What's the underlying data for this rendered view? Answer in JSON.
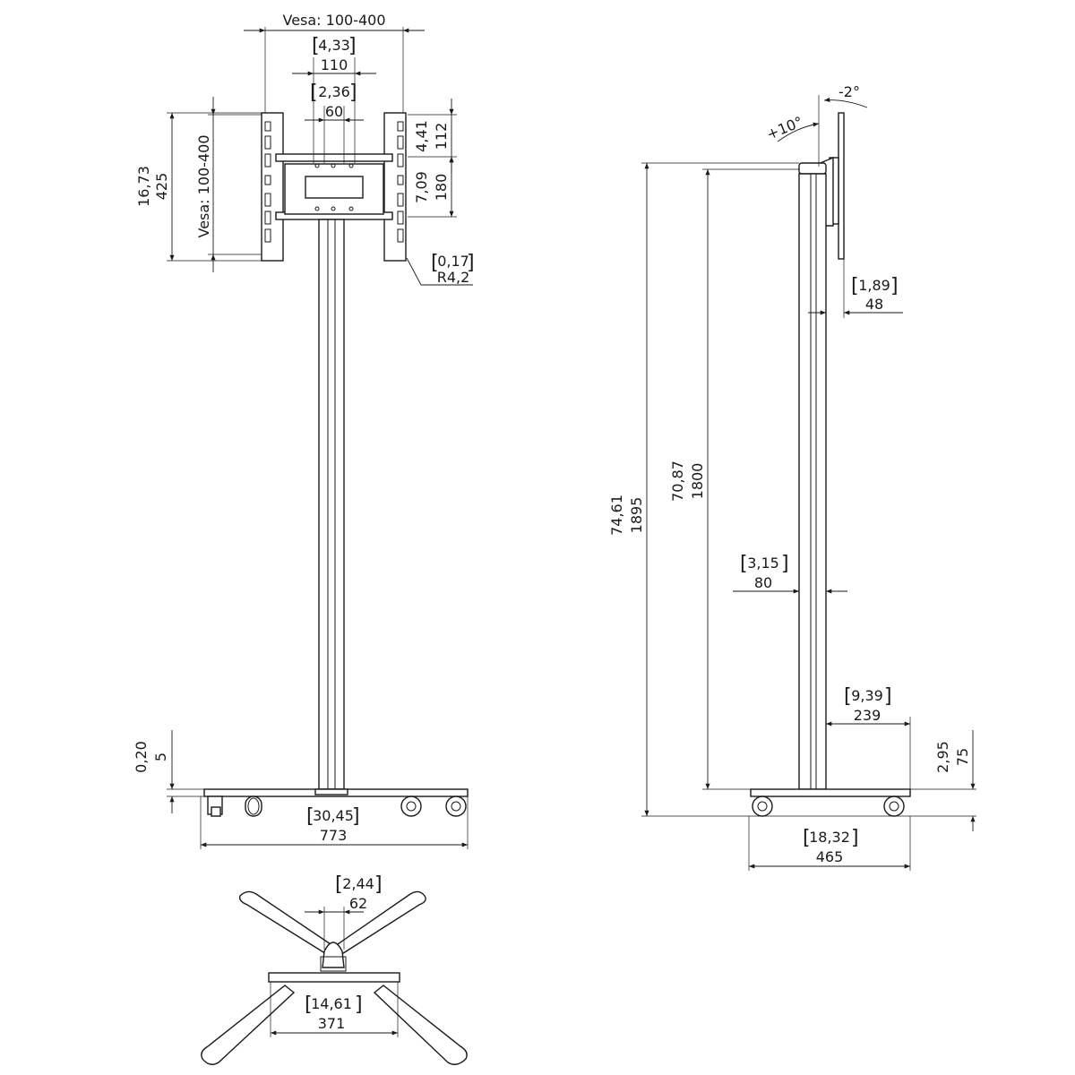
{
  "front_view": {
    "vesa_width": "Vesa: 100-400",
    "vesa_height": "Vesa: 100-400",
    "width_110_in": "4,33",
    "width_110_mm": "110",
    "width_60_in": "2,36",
    "width_60_mm": "60",
    "height_425_in": "16,73",
    "height_425_mm": "425",
    "height_112_in": "4,41",
    "height_112_mm": "112",
    "height_180_in": "7,09",
    "height_180_mm": "180",
    "radius_in": "0,17",
    "radius_mm": "R4,2",
    "base_gap_in": "0,20",
    "base_gap_mm": "5",
    "base_width_in": "30,45",
    "base_width_mm": "773"
  },
  "side_view": {
    "tilt_up": "+10°",
    "tilt_down": "-2°",
    "depth_48_in": "1,89",
    "depth_48_mm": "48",
    "total_height_in": "74,61",
    "total_height_mm": "1895",
    "column_height_in": "70,87",
    "column_height_mm": "1800",
    "column_depth_in": "3,15",
    "column_depth_mm": "80",
    "base_rear_in": "9,39",
    "base_rear_mm": "239",
    "base_height_in": "2,95",
    "base_height_mm": "75",
    "base_depth_in": "18,32",
    "base_depth_mm": "465"
  },
  "top_view": {
    "column_width_in": "2,44",
    "column_width_mm": "62",
    "plate_width_in": "14,61",
    "plate_width_mm": "371"
  }
}
